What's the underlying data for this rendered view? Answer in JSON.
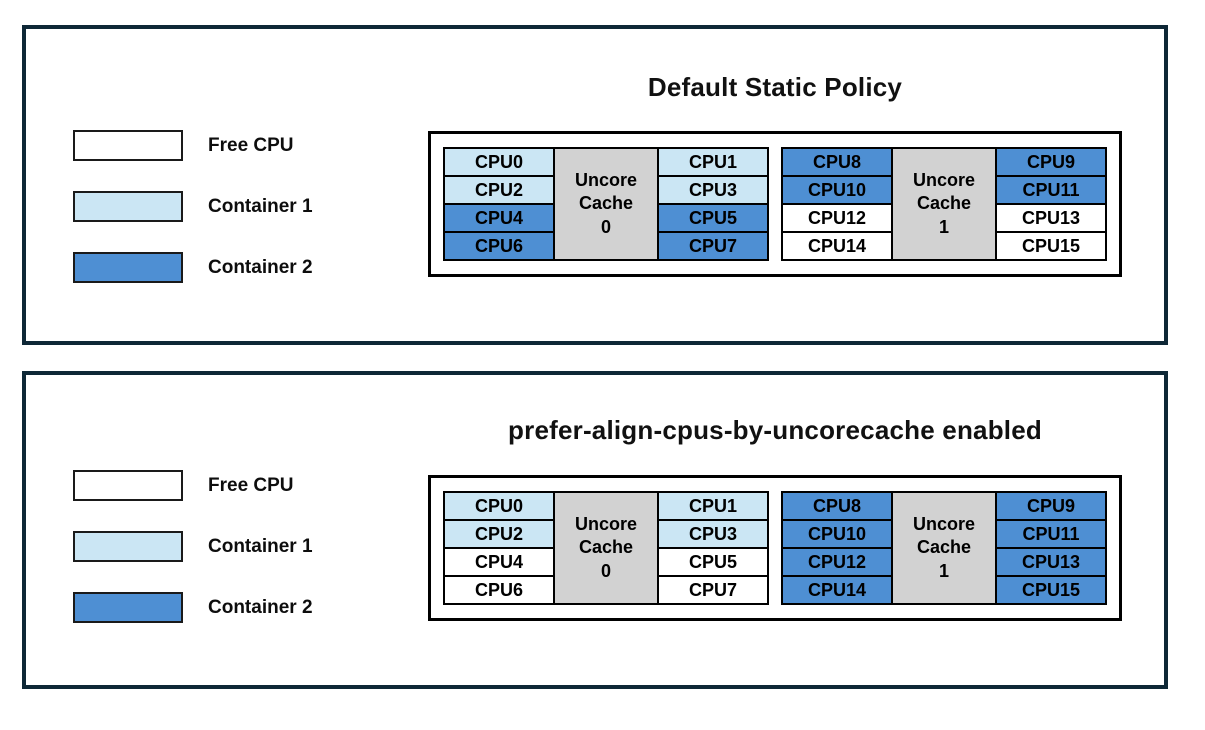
{
  "colors": {
    "free_cpu": "#ffffff",
    "container1": "#cbe6f4",
    "container2": "#4e8fd3",
    "uncore_cache": "#d2d2d2",
    "panel_border": "#0e2836",
    "cell_border": "#000000"
  },
  "legend": [
    {
      "label": "Free CPU",
      "state": "free_cpu"
    },
    {
      "label": "Container 1",
      "state": "container1"
    },
    {
      "label": "Container 2",
      "state": "container2"
    }
  ],
  "panels": [
    {
      "title": "Default Static Policy",
      "uncore_groups": [
        {
          "cache_label": "Uncore Cache 0",
          "cache_lines": [
            "Uncore",
            "Cache",
            "0"
          ],
          "left_cpus": [
            {
              "label": "CPU0",
              "state": "container1"
            },
            {
              "label": "CPU2",
              "state": "container1"
            },
            {
              "label": "CPU4",
              "state": "container2"
            },
            {
              "label": "CPU6",
              "state": "container2"
            }
          ],
          "right_cpus": [
            {
              "label": "CPU1",
              "state": "container1"
            },
            {
              "label": "CPU3",
              "state": "container1"
            },
            {
              "label": "CPU5",
              "state": "container2"
            },
            {
              "label": "CPU7",
              "state": "container2"
            }
          ]
        },
        {
          "cache_label": "Uncore Cache 1",
          "cache_lines": [
            "Uncore",
            "Cache",
            "1"
          ],
          "left_cpus": [
            {
              "label": "CPU8",
              "state": "container2"
            },
            {
              "label": "CPU10",
              "state": "container2"
            },
            {
              "label": "CPU12",
              "state": "free_cpu"
            },
            {
              "label": "CPU14",
              "state": "free_cpu"
            }
          ],
          "right_cpus": [
            {
              "label": "CPU9",
              "state": "container2"
            },
            {
              "label": "CPU11",
              "state": "container2"
            },
            {
              "label": "CPU13",
              "state": "free_cpu"
            },
            {
              "label": "CPU15",
              "state": "free_cpu"
            }
          ]
        }
      ]
    },
    {
      "title": "prefer-align-cpus-by-uncorecache enabled",
      "uncore_groups": [
        {
          "cache_label": "Uncore Cache 0",
          "cache_lines": [
            "Uncore",
            "Cache",
            "0"
          ],
          "left_cpus": [
            {
              "label": "CPU0",
              "state": "container1"
            },
            {
              "label": "CPU2",
              "state": "container1"
            },
            {
              "label": "CPU4",
              "state": "free_cpu"
            },
            {
              "label": "CPU6",
              "state": "free_cpu"
            }
          ],
          "right_cpus": [
            {
              "label": "CPU1",
              "state": "container1"
            },
            {
              "label": "CPU3",
              "state": "container1"
            },
            {
              "label": "CPU5",
              "state": "free_cpu"
            },
            {
              "label": "CPU7",
              "state": "free_cpu"
            }
          ]
        },
        {
          "cache_label": "Uncore Cache 1",
          "cache_lines": [
            "Uncore",
            "Cache",
            "1"
          ],
          "left_cpus": [
            {
              "label": "CPU8",
              "state": "container2"
            },
            {
              "label": "CPU10",
              "state": "container2"
            },
            {
              "label": "CPU12",
              "state": "container2"
            },
            {
              "label": "CPU14",
              "state": "container2"
            }
          ],
          "right_cpus": [
            {
              "label": "CPU9",
              "state": "container2"
            },
            {
              "label": "CPU11",
              "state": "container2"
            },
            {
              "label": "CPU13",
              "state": "container2"
            },
            {
              "label": "CPU15",
              "state": "container2"
            }
          ]
        }
      ]
    }
  ]
}
